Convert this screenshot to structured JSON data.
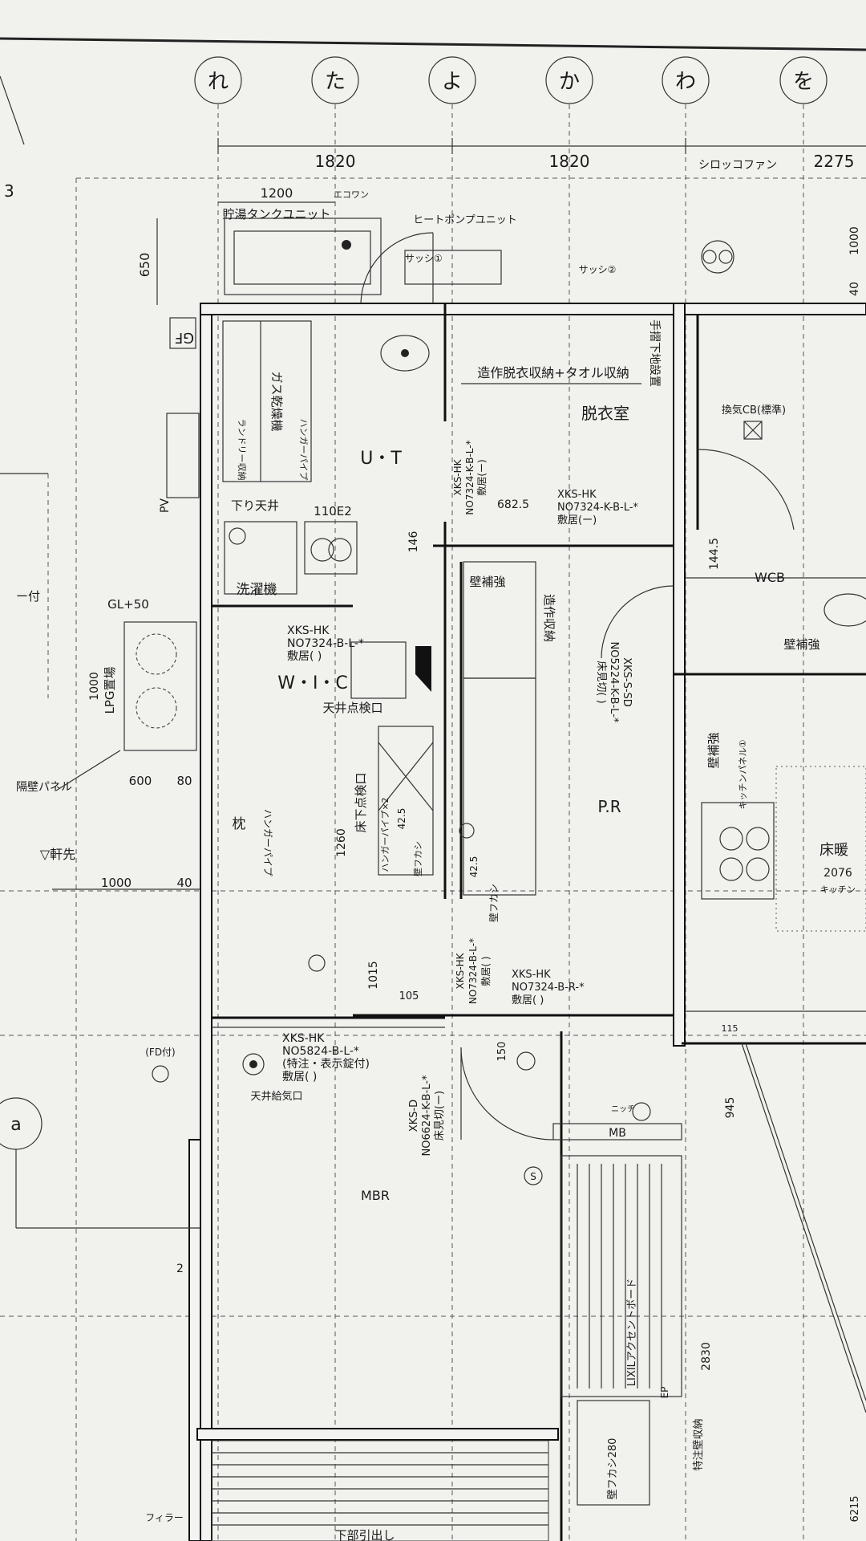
{
  "grid_labels": [
    "れ",
    "た",
    "よ",
    "か",
    "わ",
    "を"
  ],
  "dimensions": {
    "top_1": "1820",
    "top_2": "1820",
    "top_3": "2275",
    "fan_label": "シロッコファン",
    "tank_width": "1200",
    "aircon": "エコワン",
    "tank_depth": "650",
    "lpg_width": "1000",
    "lpg_600": "600",
    "lpg_80": "80",
    "eave_1000": "1000",
    "eave_40": "40",
    "d_146": "146",
    "d_6825": "682.5",
    "d_1445": "144.5",
    "d_1260": "1260",
    "d_425a": "42.5",
    "d_425b": "42.5",
    "d_1015": "1015",
    "d_105": "105",
    "d_150": "150",
    "d_945": "945",
    "d_2830": "2830",
    "d_40": "40",
    "d_1000r": "1000",
    "d_2076": "2076",
    "d_6215": "6215",
    "d_115": "115"
  },
  "rooms": {
    "ut": "U・T",
    "dressing": "脱衣室",
    "wic": "W・I・C",
    "pr": "P.R",
    "mbr": "MBR",
    "wcb": "WCB",
    "laundry": "洗濯機",
    "pillow": "枕"
  },
  "annotations": {
    "hot_water_tank": "貯湯タンクユニット",
    "heat_pump": "ヒートポンプユニット",
    "sash1": "サッシ①",
    "sash2": "サッシ②",
    "gas_dryer": "ガス乾燥機",
    "laundry_storage": "ランドリー収納",
    "hanger_pipe1": "ハンガーパイプ",
    "dressing_storage": "造作脱衣収納+タオル収納",
    "handrail_base": "手摺下地設置",
    "ceiling_down": "下り天井",
    "sink_code": "110E2",
    "wall_reinforce1": "壁補強",
    "built_storage": "造作収納",
    "ceiling_hatch": "天井点検口",
    "floor_hatch": "床下点検口",
    "hanger_pipe2": "ハンガーパイプ×2",
    "wall_fukashi": "壁フカシ",
    "hanger_pipe3": "ハンガーパイプ",
    "ceiling_vent": "天井給気口",
    "fd": "(FD付)",
    "gl50": "GL+50",
    "lpg": "LPG置場",
    "pv": "PV",
    "wall_panel": "隔壁パネル",
    "eave_tip": "▽軒先",
    "band_fragment": "ー付",
    "ventilator_cb": "換気CB(標準)",
    "wall_reinforce2": "壁補強",
    "wall_reinforce3": "壁補強",
    "kitchen_panel": "キッチンパネル①",
    "floor_storage": "床暖",
    "kitchen_frag": "キッチン",
    "lower_outlet": "下部引出し",
    "filler": "フィラー",
    "special_storage": "特注壁収納",
    "wall_fukashi280": "壁フカシ280",
    "lixil": "LIXILアクセントボード",
    "ep": "EP",
    "s_mark": "S",
    "niche": "ニッチ",
    "mb_box": "MB",
    "wall_fukashi2": "壁フカシ",
    "pillow_grid": "a"
  },
  "doors": {
    "d1_model": "XKS-HK",
    "d1_code": "NO7324-K-B-L-*",
    "d1_sill": "敷居(ー)",
    "d2_model": "XKS-HK",
    "d2_code": "NO7324-K-B-L-*",
    "d2_sill": "敷居(ー)",
    "d3_model": "XKS-HK",
    "d3_code": "NO7324-B-L-*",
    "d3_sill": "敷居(  )",
    "d4_model": "XKS-S-SD",
    "d4_code": "NO5224-K-B-L-*",
    "d4_sill": "床見切(  )",
    "d5_model": "XKS-HK",
    "d5_code": "NO7324-B-L-*",
    "d5_sill": "敷居(  )",
    "d6_model": "XKS-HK",
    "d6_code": "NO7324-B-R-*",
    "d6_sill": "敷居(  )",
    "d7_model": "XKS-HK",
    "d7_code": "NO5824-B-L-*",
    "d7_note": "(特注・表示錠付)",
    "d7_sill": "敷居(  )",
    "d8_model": "XKS-D",
    "d8_code": "NO6624-K-B-L-*",
    "d8_sill": "床見切(ー)"
  }
}
